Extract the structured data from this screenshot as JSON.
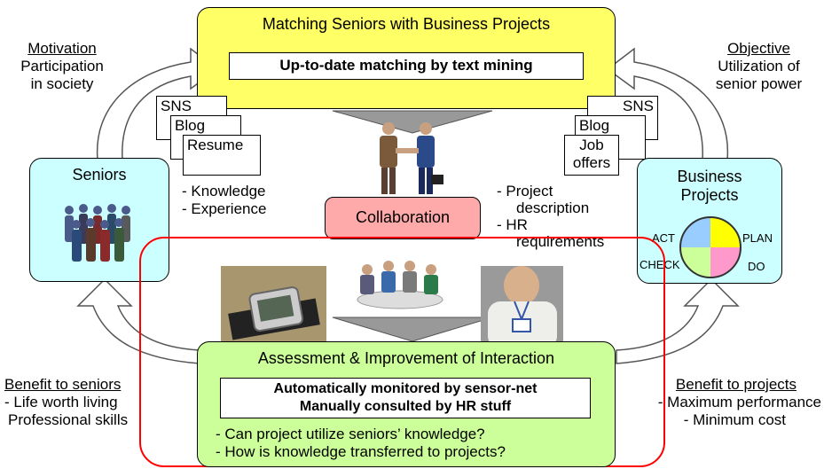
{
  "top_box": {
    "title": "Matching Seniors with Business Projects",
    "inner": "Up-to-date matching by text mining"
  },
  "left_top": {
    "heading": "Motivation",
    "line1": "Participation",
    "line2": "in society"
  },
  "right_top": {
    "heading": "Objective",
    "line1": "Utilization of",
    "line2": "senior power"
  },
  "docs_left": [
    "SNS",
    "Blog",
    "Resume"
  ],
  "docs_right": [
    "SNS",
    "Blog",
    "Job",
    "offers"
  ],
  "seniors": {
    "label": "Seniors",
    "items": [
      "- Knowledge",
      "- Experience"
    ]
  },
  "projects": {
    "label_line1": "Business",
    "label_line2": "Projects",
    "cycle": [
      "ACT",
      "PLAN",
      "CHECK",
      "DO"
    ],
    "items": [
      "- Project",
      "description",
      "- HR",
      "requirements"
    ]
  },
  "collaboration": {
    "label": "Collaboration"
  },
  "bottom_box": {
    "title": "Assessment & Improvement of Interaction",
    "inner_line1": "Automatically monitored by sensor-net",
    "inner_line2": "Manually consulted by HR stuff",
    "q1": "- Can project utilize seniors’ knowledge?",
    "q2": "- How is knowledge transferred to projects?"
  },
  "left_bottom": {
    "heading": "Benefit to seniors",
    "line1": "- Life worth living",
    "line2": "Professional skills"
  },
  "right_bottom": {
    "heading": "Benefit to projects",
    "line1": "- Maximum performance",
    "line2": "- Minimum cost"
  },
  "colors": {
    "top_box": "#ffff66",
    "side_boxes": "#ccffff",
    "collaboration": "#ffaaaa",
    "bottom_box": "#ccff99",
    "highlight_frame": "#ff0000"
  }
}
